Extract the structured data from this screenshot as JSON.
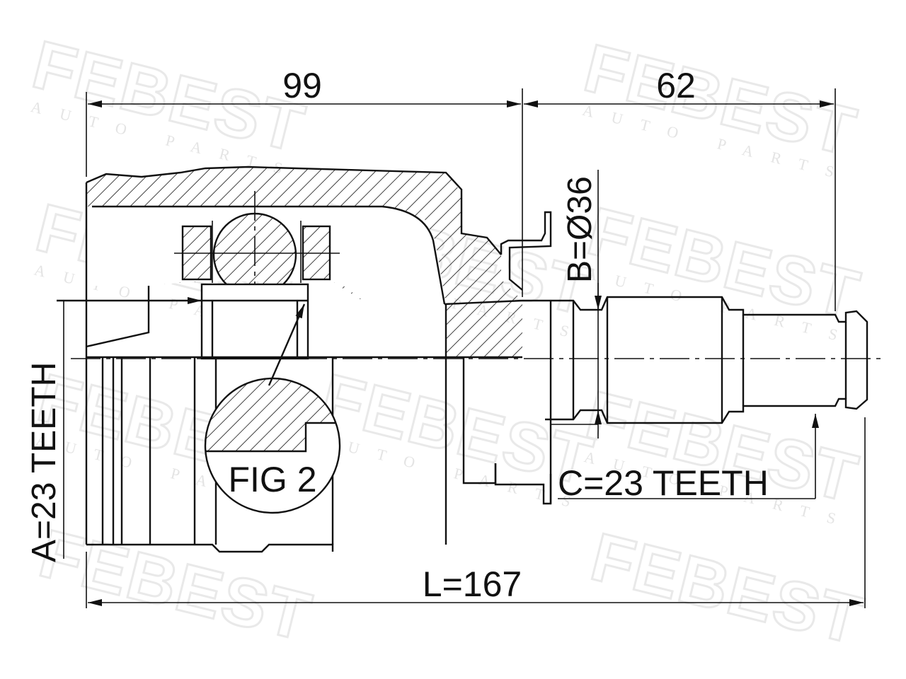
{
  "watermark": {
    "brand": "FEBEST",
    "sub": "AUTO PARTS"
  },
  "dimensions": {
    "top_left": "99",
    "top_right": "62",
    "diameter": "B=Ø36",
    "spline_outer": "A=23 TEETH",
    "spline_shaft": "C=23 TEETH",
    "total_length": "L=167"
  },
  "detail_label": "FIG 2",
  "colors": {
    "line": "#111111",
    "watermark": "#e9e9e9",
    "background": "#ffffff"
  }
}
